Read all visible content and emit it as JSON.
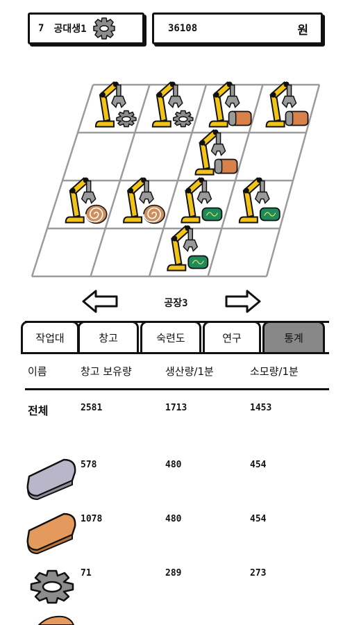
{
  "header": {
    "level": "7",
    "nickname": "공대생1",
    "money": "36108",
    "currency": "원"
  },
  "factory": {
    "name": "공장3",
    "grid": {
      "rows": 4,
      "cols": 4
    },
    "machines": [
      {
        "row": 0,
        "col": 0,
        "output": "gear"
      },
      {
        "row": 0,
        "col": 1,
        "output": "gear"
      },
      {
        "row": 0,
        "col": 2,
        "output": "battery"
      },
      {
        "row": 0,
        "col": 3,
        "output": "battery"
      },
      {
        "row": 1,
        "col": 2,
        "output": "battery"
      },
      {
        "row": 2,
        "col": 0,
        "output": "coil"
      },
      {
        "row": 2,
        "col": 1,
        "output": "coil"
      },
      {
        "row": 2,
        "col": 2,
        "output": "circuit"
      },
      {
        "row": 2,
        "col": 3,
        "output": "circuit"
      },
      {
        "row": 3,
        "col": 2,
        "output": "circuit"
      }
    ]
  },
  "tabs": [
    {
      "label": "작업대",
      "active": false
    },
    {
      "label": "창고",
      "active": false
    },
    {
      "label": "숙련도",
      "active": false
    },
    {
      "label": "연구",
      "active": false
    },
    {
      "label": "통계",
      "active": true
    }
  ],
  "colors": {
    "arm": "#f2c418",
    "tab_active": "#888888",
    "gear": "#8c8c8c",
    "battery": "#d9814a",
    "circuit": "#1f8a5b",
    "coil": "#cf8f5c",
    "plate_gray": "#b9b6c9",
    "plate_orange": "#e49a5c"
  },
  "stats": {
    "headers": [
      "이름",
      "창고 보유량",
      "생산량/1분",
      "소모량/1분"
    ],
    "total": {
      "label": "전체",
      "stock": "2581",
      "produced": "1713",
      "consumed": "1453"
    },
    "rows": [
      {
        "icon": "gray-plate-icon",
        "stock": "578",
        "produced": "480",
        "consumed": "454"
      },
      {
        "icon": "orange-plate-icon",
        "stock": "1078",
        "produced": "480",
        "consumed": "454"
      },
      {
        "icon": "gear-icon",
        "stock": "71",
        "produced": "289",
        "consumed": "273"
      }
    ]
  }
}
